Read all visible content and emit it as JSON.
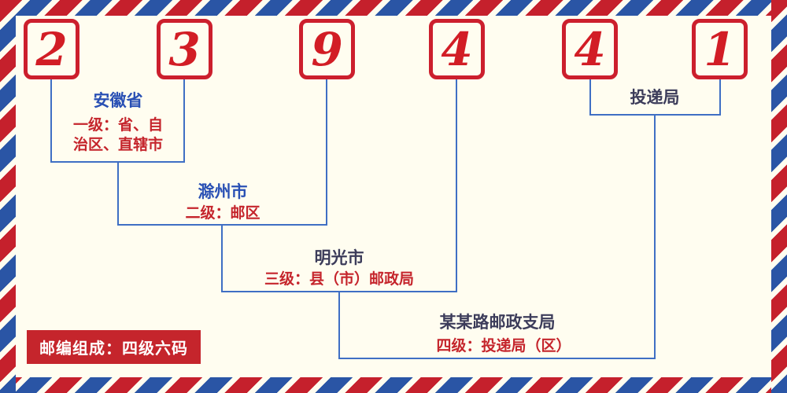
{
  "digits": [
    "2",
    "3",
    "9",
    "4",
    "4",
    "1"
  ],
  "labels": {
    "level1": {
      "name": "安徽省",
      "desc_line1": "一级：省、自",
      "desc_line2": "治区、直辖市"
    },
    "level2": {
      "name": "滁州市",
      "desc": "二级：邮区"
    },
    "level3": {
      "name": "明光市",
      "desc": "三级：县（市）邮政局"
    },
    "level4": {
      "name": "某某路邮政支局",
      "desc": "四级：投递局（区）"
    },
    "delivery": {
      "name": "投递局"
    }
  },
  "badge": {
    "text": "邮编组成：四级六码"
  },
  "colors": {
    "digit_red": "#d21d25",
    "box_border_red": "#cc1f2d",
    "line_blue": "#3f6fc4",
    "name_blue": "#2950b4",
    "name_dark": "#3c3c5a",
    "desc_red": "#c5252c",
    "badge_bg": "#c5252c",
    "background_cream": "#fffdf0",
    "border_stripe_red": "#c5202c",
    "border_stripe_blue": "#2a55a5"
  }
}
